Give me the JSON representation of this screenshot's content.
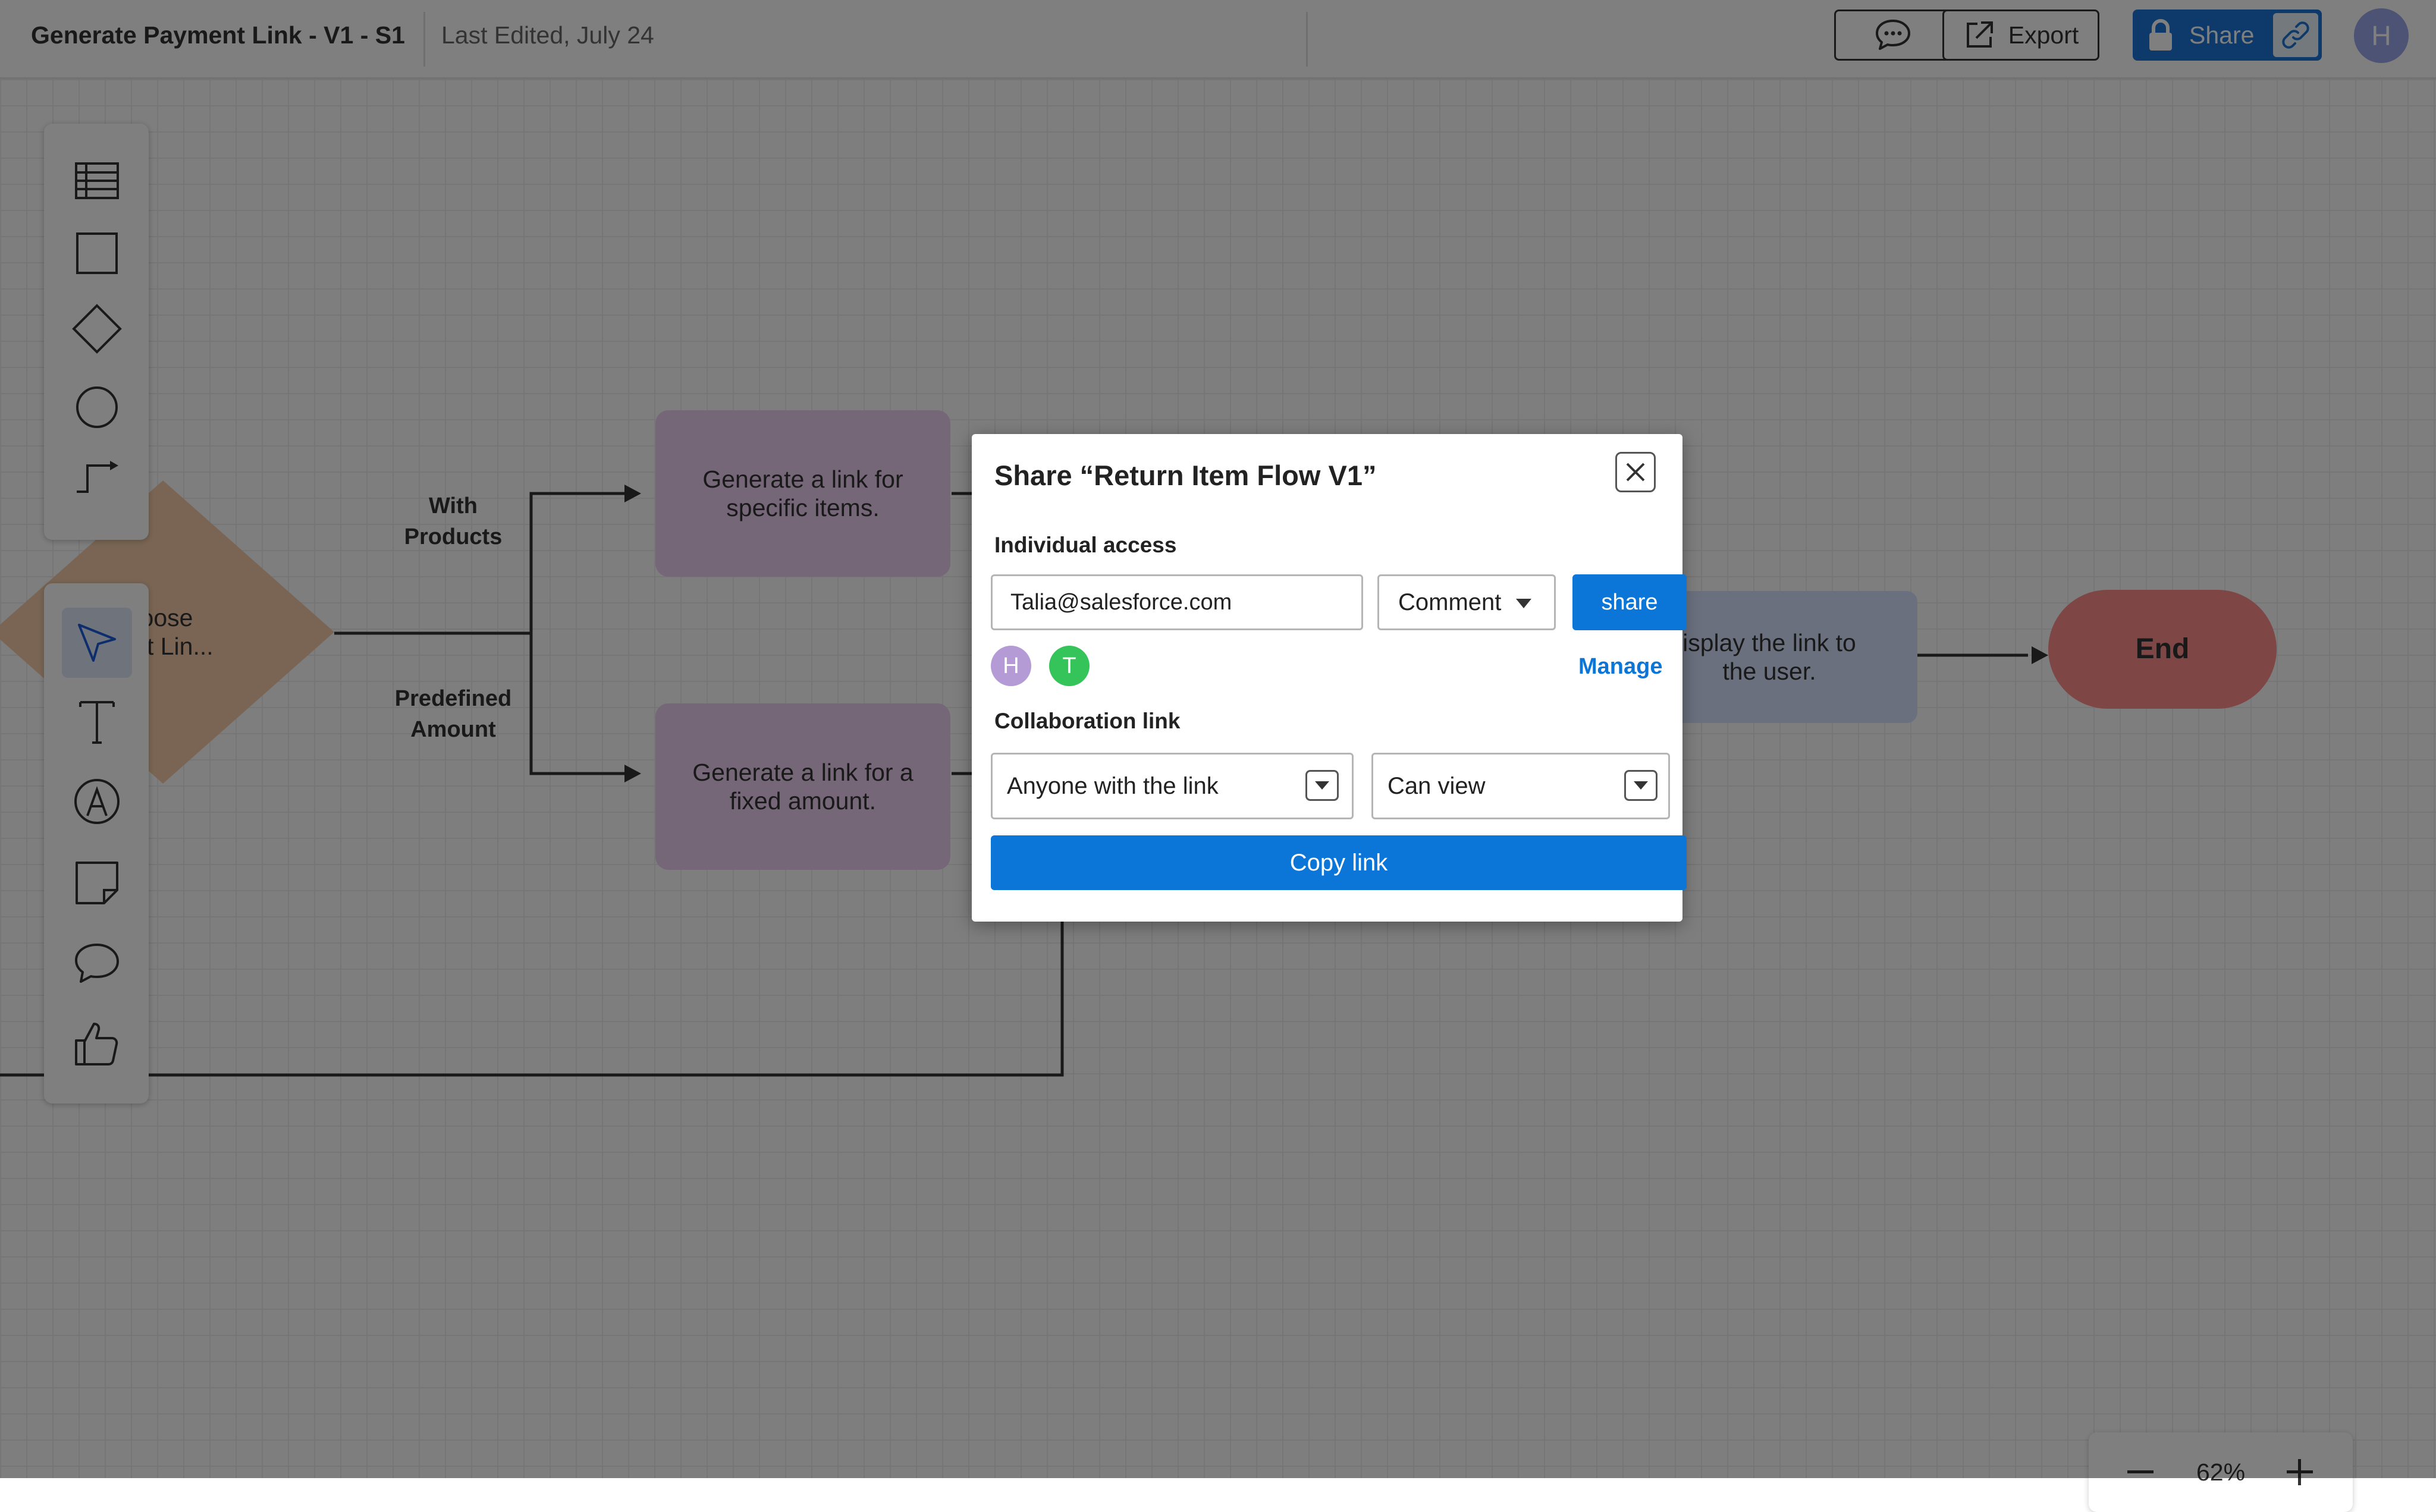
{
  "header": {
    "doc_title": "Generate Payment Link - V1 - S1",
    "last_edited": "Last Edited, July 24",
    "export_label": "Export",
    "share_label": "Share",
    "user_initial": "H"
  },
  "flowchart": {
    "decision_text": "oose\nent Lin...",
    "edge_with_products": "With\nProducts",
    "edge_predefined_amount": "Predefined\nAmount",
    "node_specific_items": "Generate a link for\nspecific items.",
    "node_fixed_amount": "Generate a link for a\nfixed amount.",
    "node_display_link": "isplay the link to\nthe user.",
    "node_end": "End"
  },
  "zoom": {
    "level": "62%"
  },
  "share_dialog": {
    "title": "Share “Return Item Flow V1”",
    "individual_access_label": "Individual access",
    "email_value": "Talia@salesforce.com",
    "permission_value": "Comment",
    "share_button": "share",
    "avatars": [
      "H",
      "T"
    ],
    "manage_label": "Manage",
    "collaboration_label": "Collaboration link",
    "link_scope_value": "Anyone with the link",
    "link_permission_value": "Can view",
    "copy_link_label": "Copy link"
  }
}
